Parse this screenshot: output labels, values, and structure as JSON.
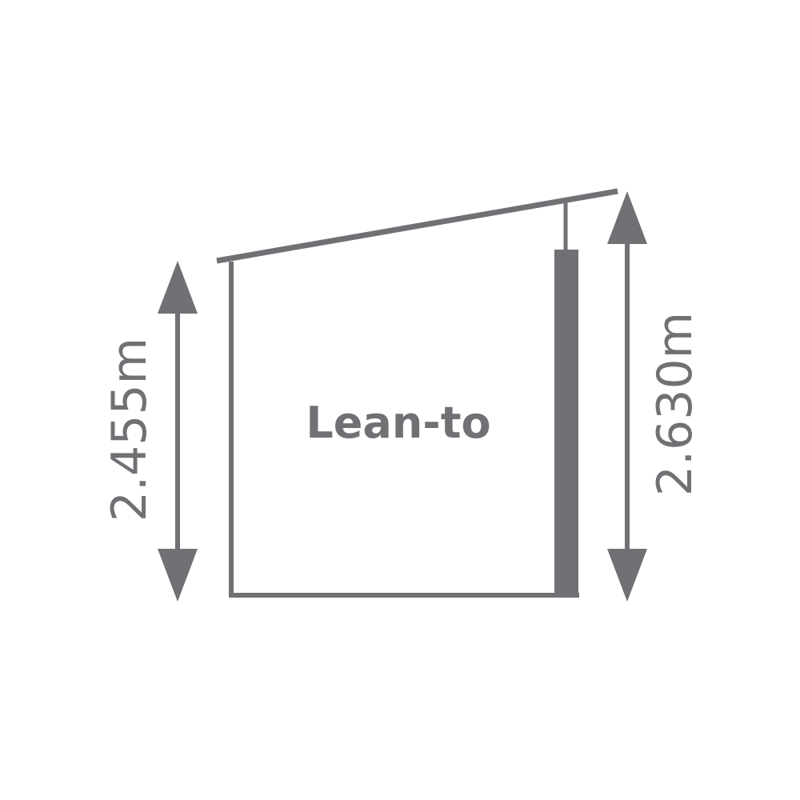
{
  "diagram": {
    "title": "Lean-to",
    "left_height": "2.455m",
    "right_height": "2.630m"
  },
  "colors": {
    "stroke": "#707174",
    "background": "#ffffff"
  }
}
